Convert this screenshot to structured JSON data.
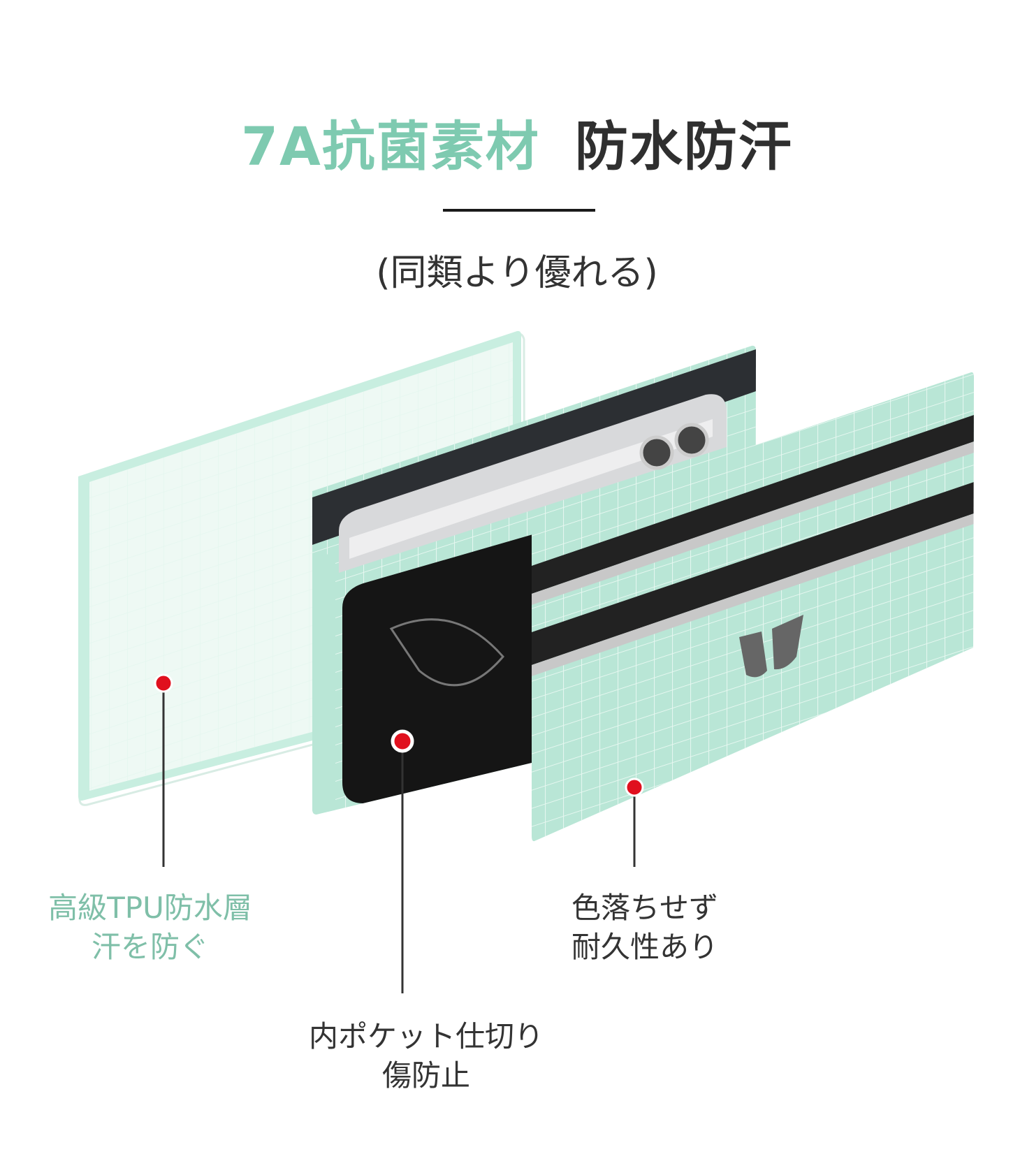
{
  "header": {
    "title_green": "7A抗菌素材",
    "title_dark": "防水防汗",
    "subtitle": "(同類より優れる)"
  },
  "callouts": [
    {
      "line1": "高級TPU防水層",
      "line2": "汗を防ぐ"
    },
    {
      "line1": "内ポケット仕切り",
      "line2": "傷防止"
    },
    {
      "line1": "色落ちせず",
      "line2": "耐久性あり"
    }
  ],
  "colors": {
    "accent_green": "#7ecab0",
    "panel_mint": "#b9e6d6",
    "marker_red": "#e0101e",
    "text_dark": "#2f2f2f"
  }
}
